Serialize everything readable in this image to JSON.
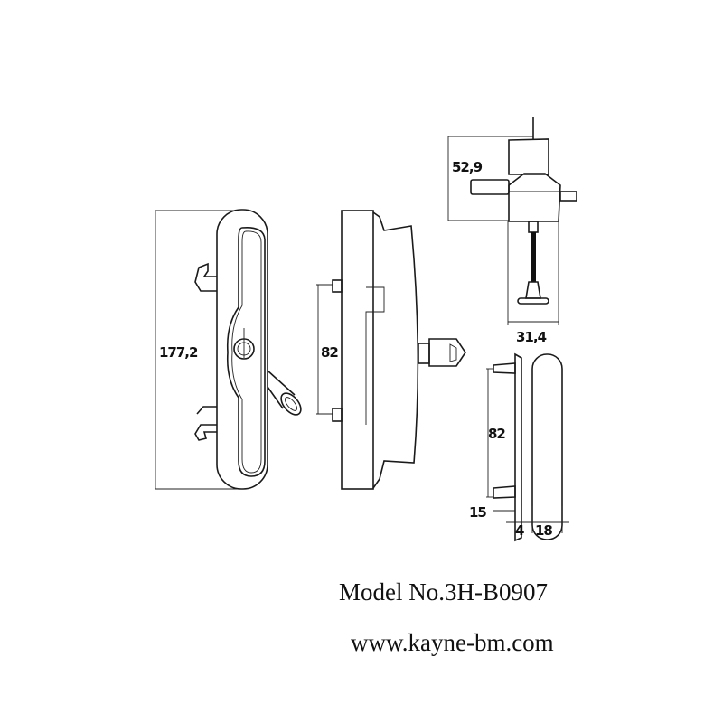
{
  "dimensions": {
    "front_height": "177,2",
    "side_pin_spacing": "82",
    "top_height": "52,9",
    "top_width": "31,4",
    "bottom_pin_spacing": "82",
    "bottom_pin_length": "15",
    "bottom_plate_thickness": "4",
    "bottom_cover_width": "18"
  },
  "caption": {
    "model": "Model No.3H-B0907",
    "website": "www.kayne-bm.com"
  }
}
